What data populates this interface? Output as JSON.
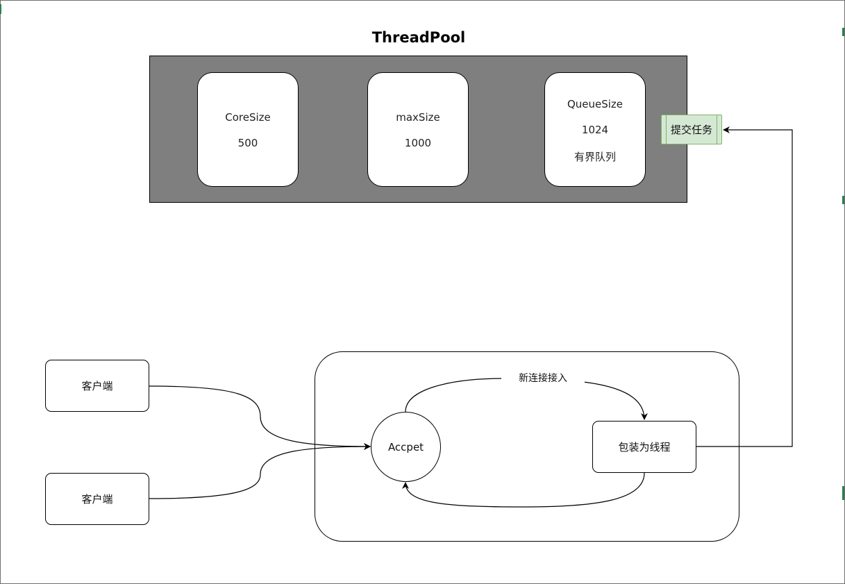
{
  "title": "ThreadPool",
  "thread_pool": {
    "core": {
      "label": "CoreSize",
      "value": "500"
    },
    "max": {
      "label": "maxSize",
      "value": "1000"
    },
    "queue": {
      "label": "QueueSize",
      "value": "1024",
      "note": "有界队列"
    }
  },
  "submit_task": "提交任务",
  "clients": [
    "客户端",
    "客户端"
  ],
  "accept": "Accpet",
  "new_connection": "新连接接入",
  "wrap_thread": "包装为线程"
}
